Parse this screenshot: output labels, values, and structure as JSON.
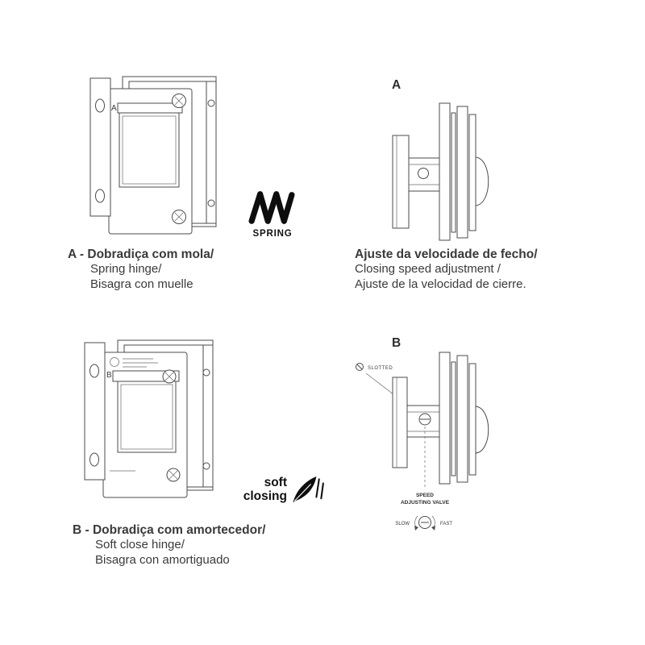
{
  "ink": "#3a3a3a",
  "line_color": "#4b4b4b",
  "icon_color": "#0d0d0d",
  "section_a": {
    "front_letter": "A",
    "spring_label": "SPRING",
    "caption": {
      "line1": "A - Dobradiça com mola/",
      "line2": "Spring hinge/",
      "line3": "Bisagra con muelle"
    },
    "side": {
      "letter": "A",
      "caption": {
        "line1": "Ajuste da velocidade de fecho/",
        "line2": "Closing speed adjustment /",
        "line3": "Ajuste de la velocidad de cierre."
      }
    }
  },
  "section_b": {
    "front_letter": "B",
    "soft_closing": {
      "line1": "soft",
      "line2": "closing"
    },
    "caption": {
      "line1": "B - Dobradiça com amortecedor/",
      "line2": "Soft close hinge/",
      "line3": "Bisagra con amortiguado"
    },
    "side": {
      "letter": "B",
      "slotted_label": "SLOTTED",
      "valve_label_line1": "SPEED",
      "valve_label_line2": "ADJUSTING VALVE",
      "slow_label": "SLOW",
      "fast_label": "FAST"
    }
  }
}
